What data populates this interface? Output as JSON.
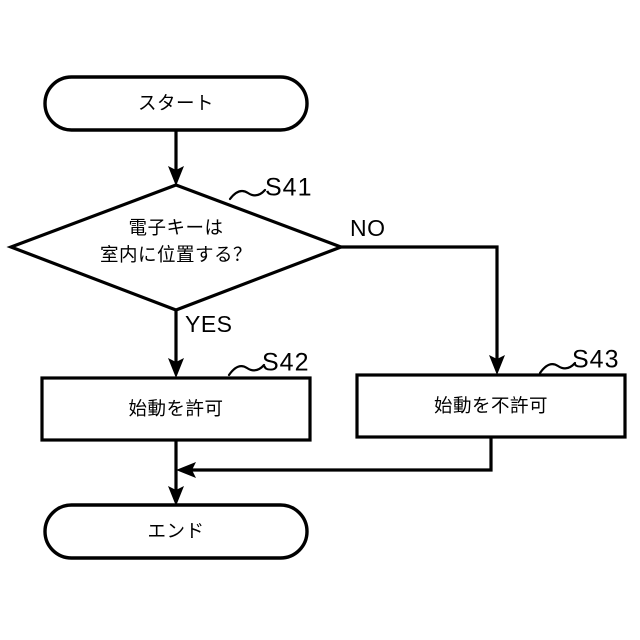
{
  "diagram": {
    "type": "flowchart",
    "language": "ja",
    "background_color": "#ffffff",
    "line_color": "#000000",
    "nodes": {
      "start": {
        "shape": "terminal",
        "label": "スタート"
      },
      "decision": {
        "shape": "diamond",
        "step_label": "S41",
        "line1": "電子キーは",
        "line2": "室内に位置する？"
      },
      "process_permit": {
        "shape": "rectangle",
        "step_label": "S42",
        "label": "始動を許可"
      },
      "process_deny": {
        "shape": "rectangle",
        "step_label": "S43",
        "label": "始動を不許可"
      },
      "end": {
        "shape": "terminal",
        "label": "エンド"
      }
    },
    "branches": {
      "yes": "YES",
      "no": "NO"
    }
  }
}
